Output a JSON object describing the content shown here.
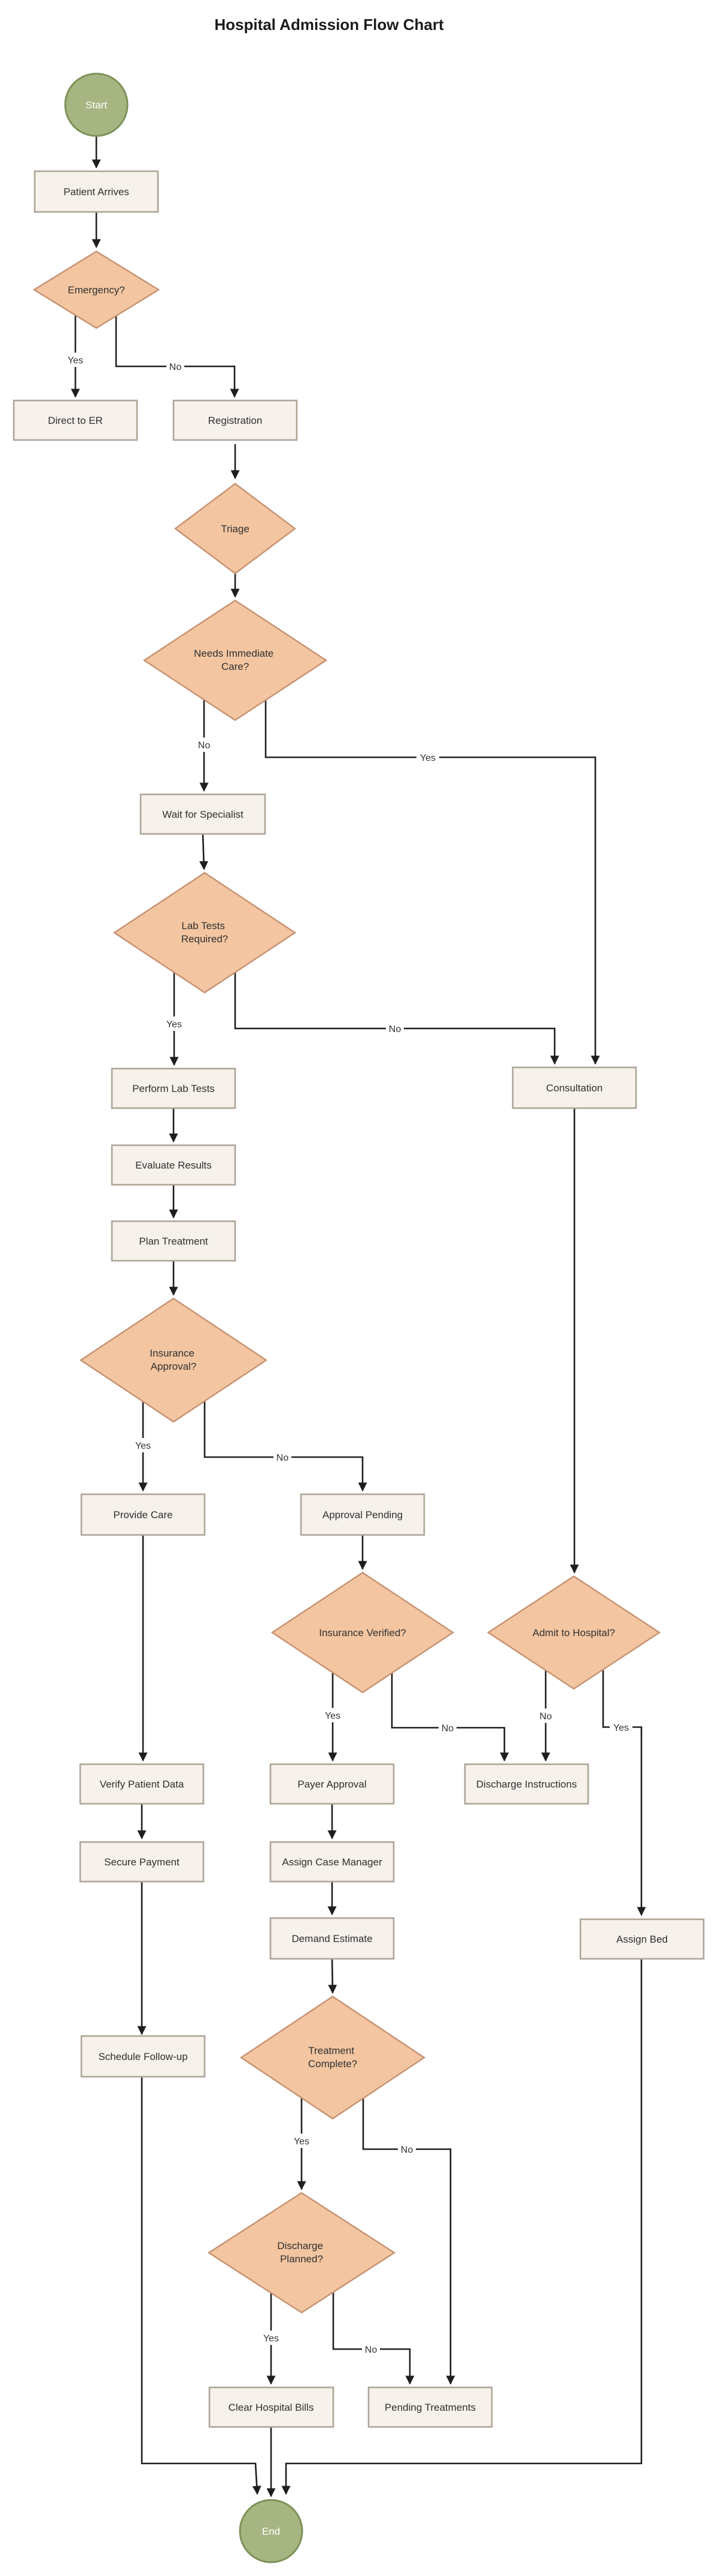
{
  "title": "Hospital Admission Flow Chart",
  "colors": {
    "background": "#ffffff",
    "process_fill": "#f6f1eb",
    "process_border": "#aea497",
    "decision_fill": "#f3c6a1",
    "decision_border": "#c69170",
    "terminal_fill": "#a6b581",
    "terminal_border": "#7d9257",
    "edge": "#1e1e1e",
    "text": "#2f2f2f"
  },
  "nodes": {
    "start": {
      "label": "Start",
      "type": "terminal"
    },
    "patient_arrives": {
      "label": "Patient Arrives",
      "type": "process"
    },
    "emergency": {
      "label": "Emergency?",
      "type": "decision"
    },
    "direct_to_er": {
      "label": "Direct to ER",
      "type": "process"
    },
    "registration": {
      "label": "Registration",
      "type": "process"
    },
    "triage": {
      "label": "Triage",
      "type": "decision"
    },
    "needs_immediate_care": {
      "label": "Needs Immediate Care?",
      "line1": "Needs Immediate",
      "line2": "Care?",
      "type": "decision"
    },
    "wait_for_specialist": {
      "label": "Wait for Specialist",
      "type": "process"
    },
    "lab_tests_required": {
      "label": "Lab Tests Required?",
      "line1": "Lab Tests",
      "line2": "Required?",
      "type": "decision"
    },
    "perform_lab_tests": {
      "label": "Perform Lab Tests",
      "type": "process"
    },
    "evaluate_results": {
      "label": "Evaluate Results",
      "type": "process"
    },
    "plan_treatment": {
      "label": "Plan Treatment",
      "type": "process"
    },
    "consultation": {
      "label": "Consultation",
      "type": "process"
    },
    "insurance_approval": {
      "label": "Insurance Approval?",
      "line1": "Insurance",
      "line2": "Approval?",
      "type": "decision"
    },
    "provide_care": {
      "label": "Provide Care",
      "type": "process"
    },
    "approval_pending": {
      "label": "Approval Pending",
      "type": "process"
    },
    "insurance_verified": {
      "label": "Insurance Verified?",
      "type": "decision"
    },
    "admit_to_hospital": {
      "label": "Admit to Hospital?",
      "type": "decision"
    },
    "verify_patient_data": {
      "label": "Verify Patient Data",
      "type": "process"
    },
    "payer_approval": {
      "label": "Payer Approval",
      "type": "process"
    },
    "discharge_instructions": {
      "label": "Discharge Instructions",
      "type": "process"
    },
    "secure_payment": {
      "label": "Secure Payment",
      "type": "process"
    },
    "assign_case_manager": {
      "label": "Assign Case Manager",
      "type": "process"
    },
    "demand_estimate": {
      "label": "Demand Estimate",
      "type": "process"
    },
    "assign_bed": {
      "label": "Assign Bed",
      "type": "process"
    },
    "treatment_complete": {
      "label": "Treatment Complete?",
      "line1": "Treatment",
      "line2": "Complete?",
      "type": "decision"
    },
    "schedule_follow_up": {
      "label": "Schedule Follow-up",
      "type": "process"
    },
    "discharge_planned": {
      "label": "Discharge Planned?",
      "line1": "Discharge",
      "line2": "Planned?",
      "type": "decision"
    },
    "clear_hospital_bills": {
      "label": "Clear Hospital Bills",
      "type": "process"
    },
    "pending_treatments": {
      "label": "Pending Treatments",
      "type": "process"
    },
    "end": {
      "label": "End",
      "type": "terminal"
    }
  },
  "edges": [
    {
      "from": "start",
      "to": "patient_arrives",
      "label": ""
    },
    {
      "from": "patient_arrives",
      "to": "emergency",
      "label": ""
    },
    {
      "from": "emergency",
      "to": "direct_to_er",
      "label": "Yes"
    },
    {
      "from": "emergency",
      "to": "registration",
      "label": "No"
    },
    {
      "from": "registration",
      "to": "triage",
      "label": ""
    },
    {
      "from": "triage",
      "to": "needs_immediate_care",
      "label": ""
    },
    {
      "from": "needs_immediate_care",
      "to": "wait_for_specialist",
      "label": "No"
    },
    {
      "from": "needs_immediate_care",
      "to": "consultation",
      "label": "Yes"
    },
    {
      "from": "wait_for_specialist",
      "to": "lab_tests_required",
      "label": ""
    },
    {
      "from": "lab_tests_required",
      "to": "perform_lab_tests",
      "label": "Yes"
    },
    {
      "from": "lab_tests_required",
      "to": "consultation",
      "label": "No"
    },
    {
      "from": "perform_lab_tests",
      "to": "evaluate_results",
      "label": ""
    },
    {
      "from": "evaluate_results",
      "to": "plan_treatment",
      "label": ""
    },
    {
      "from": "plan_treatment",
      "to": "insurance_approval",
      "label": ""
    },
    {
      "from": "insurance_approval",
      "to": "provide_care",
      "label": "Yes"
    },
    {
      "from": "insurance_approval",
      "to": "approval_pending",
      "label": "No"
    },
    {
      "from": "provide_care",
      "to": "verify_patient_data",
      "label": ""
    },
    {
      "from": "approval_pending",
      "to": "insurance_verified",
      "label": ""
    },
    {
      "from": "insurance_verified",
      "to": "payer_approval",
      "label": "Yes"
    },
    {
      "from": "insurance_verified",
      "to": "discharge_instructions",
      "label": "No"
    },
    {
      "from": "consultation",
      "to": "admit_to_hospital",
      "label": ""
    },
    {
      "from": "admit_to_hospital",
      "to": "discharge_instructions",
      "label": "No"
    },
    {
      "from": "admit_to_hospital",
      "to": "assign_bed",
      "label": "Yes"
    },
    {
      "from": "verify_patient_data",
      "to": "secure_payment",
      "label": ""
    },
    {
      "from": "payer_approval",
      "to": "assign_case_manager",
      "label": ""
    },
    {
      "from": "secure_payment",
      "to": "schedule_follow_up",
      "label": ""
    },
    {
      "from": "assign_case_manager",
      "to": "demand_estimate",
      "label": ""
    },
    {
      "from": "demand_estimate",
      "to": "treatment_complete",
      "label": ""
    },
    {
      "from": "treatment_complete",
      "to": "discharge_planned",
      "label": "Yes"
    },
    {
      "from": "treatment_complete",
      "to": "pending_treatments",
      "label": "No"
    },
    {
      "from": "discharge_planned",
      "to": "clear_hospital_bills",
      "label": "Yes"
    },
    {
      "from": "discharge_planned",
      "to": "pending_treatments",
      "label": "No"
    },
    {
      "from": "clear_hospital_bills",
      "to": "end",
      "label": ""
    },
    {
      "from": "assign_bed",
      "to": "end",
      "label": ""
    },
    {
      "from": "schedule_follow_up",
      "to": "end",
      "label": ""
    }
  ]
}
